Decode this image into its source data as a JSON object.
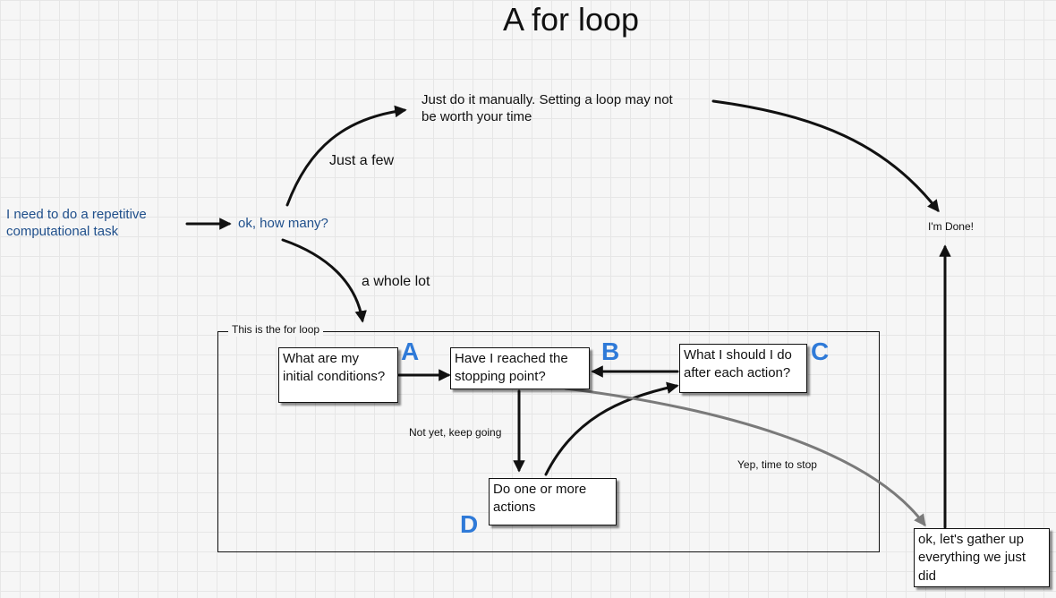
{
  "title": "A for loop",
  "start": {
    "text_line1": "I need to do a repetitive",
    "text_line2": "computational task"
  },
  "question": "ok, how many?",
  "labels": {
    "just_a_few": "Just a few",
    "whole_lot": "a whole lot",
    "not_yet": "Not yet, keep going",
    "yep_stop": "Yep, time to stop"
  },
  "manual": {
    "line1": "Just do it manually. Setting a loop may not",
    "line2": "be worth your time"
  },
  "done": "I'm Done!",
  "loop_frame_label": "This is the for loop",
  "boxes": {
    "init": {
      "line1": "What are my",
      "line2": "initial conditions?",
      "letter": "A"
    },
    "stop": {
      "line1": "Have I reached the",
      "line2": "stopping point?",
      "letter": "B"
    },
    "after": {
      "line1": "What I should I do",
      "line2": "after each action?",
      "letter": "C"
    },
    "actions": {
      "line1": "Do one or more",
      "line2": "actions",
      "letter": "D"
    },
    "gather": {
      "line1": "ok, let's gather up",
      "line2": "everything we just",
      "line3": "did"
    }
  },
  "colors": {
    "blue_text": "#1f4f8b",
    "letter_blue": "#2f7ad8",
    "arrow": "#111111",
    "arrow_gray": "#7a7a7a"
  }
}
